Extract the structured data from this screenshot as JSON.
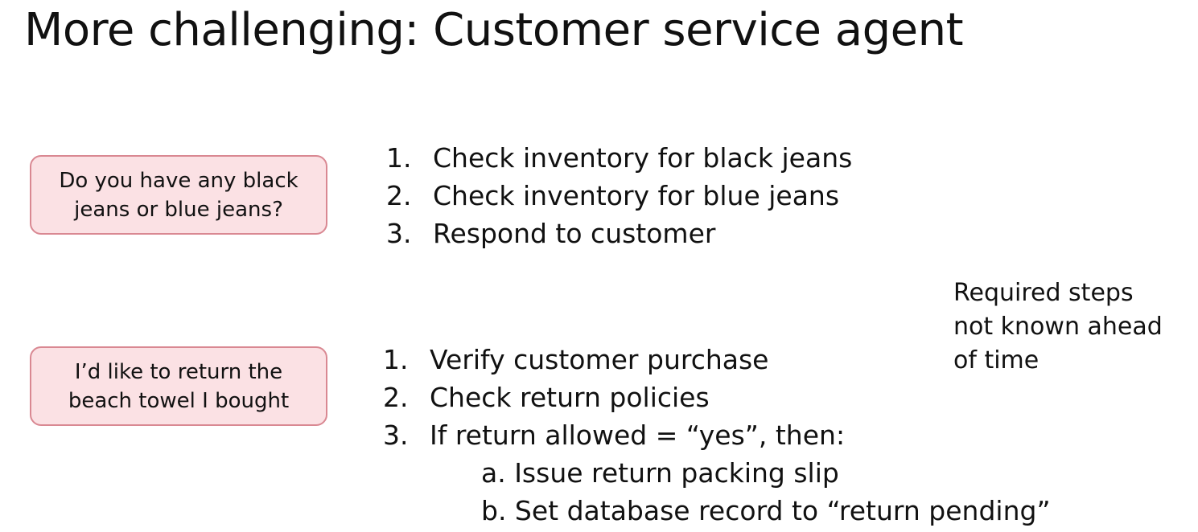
{
  "title": "More challenging: Customer service agent",
  "examples": [
    {
      "query_lines": [
        "Do you have any black",
        "jeans or blue jeans?"
      ],
      "steps": [
        {
          "num": "1.",
          "text": "Check inventory for black jeans"
        },
        {
          "num": "2.",
          "text": "Check inventory for blue jeans"
        },
        {
          "num": "3.",
          "text": "Respond to customer"
        }
      ]
    },
    {
      "query_lines": [
        "I’d like to return the",
        "beach towel I bought"
      ],
      "steps": [
        {
          "num": "1.",
          "text": "Verify customer purchase"
        },
        {
          "num": "2.",
          "text": "Check return policies"
        },
        {
          "num": "3.",
          "text": "If return allowed = “yes”, then:"
        }
      ],
      "sub_steps": [
        "a. Issue return packing slip",
        "b. Set database record to “return pending”"
      ]
    }
  ],
  "note_lines": [
    "Required steps",
    "not known ahead",
    "of time"
  ],
  "colors": {
    "bubble_fill": "#fbe1e4",
    "bubble_border": "#d98892",
    "text": "#111111",
    "background": "#ffffff"
  }
}
